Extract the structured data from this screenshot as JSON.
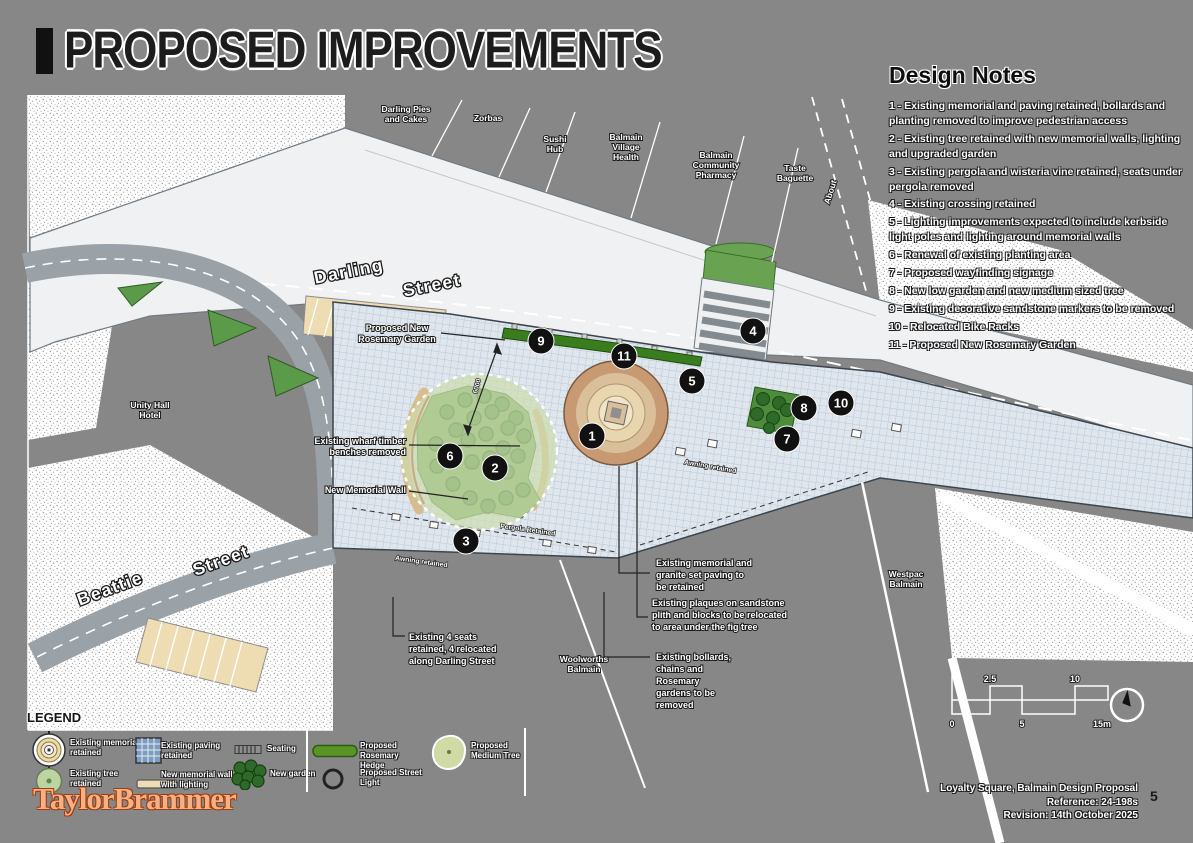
{
  "title": "PROPOSED IMPROVEMENTS",
  "design_notes": {
    "heading": "Design Notes",
    "items": [
      "1 - Existing memorial and paving retained, bollards and planting removed to improve pedestrian access",
      "2 - Existing tree retained with new memorial walls, lighting and upgraded garden",
      "3 - Existing pergola and wisteria vine retained, seats under pergola removed",
      "4 - Existing crossing retained",
      "5 - Lighting improvements expected to include kerbside light poles and lighting around memorial walls",
      "6 - Renewal of existing planting area",
      "7 - Proposed wayfinding signage",
      "8 - New low garden and new medium sized tree",
      "9 - Existing decorative sandstone markers to be removed",
      "10 - Relocated Bike Racks",
      "11 - Proposed New Rosemary Garden"
    ]
  },
  "plan": {
    "streets": {
      "darling": [
        "Darling",
        "Street"
      ],
      "beattie": [
        "Beattie",
        "Street"
      ]
    },
    "shops": [
      {
        "lines": [
          "Darling Pies",
          "and Cakes"
        ]
      },
      {
        "lines": [
          "Zorbas"
        ]
      },
      {
        "lines": [
          "Sushi",
          "Hub"
        ]
      },
      {
        "lines": [
          "Balmain",
          "Village",
          "Health"
        ]
      },
      {
        "lines": [
          "Balmain",
          "Community",
          "Pharmacy"
        ]
      },
      {
        "lines": [
          "Taste",
          "Baguette"
        ]
      },
      {
        "lines": [
          "About"
        ]
      },
      {
        "lines": [
          "Unity Hall",
          "Hotel"
        ]
      },
      {
        "lines": [
          "Woolworths",
          "Balmain"
        ]
      },
      {
        "lines": [
          "Westpac",
          "Balmain"
        ]
      }
    ],
    "annotations": {
      "wharf": {
        "lines": [
          "Existing wharf timber",
          "benches removed"
        ]
      },
      "wall": {
        "lines": [
          "New Memorial Wall"
        ]
      },
      "rosemary": {
        "lines": [
          "Proposed New",
          "Rosemary Garden"
        ]
      },
      "granite": {
        "lines": [
          "Existing memorial and",
          "granite set paving to",
          "be retained"
        ]
      },
      "plaques": {
        "lines": [
          "Existing plaques on sandstone",
          "plith and blocks to be relocated",
          "to area under the fig tree"
        ]
      },
      "bollards": {
        "lines": [
          "Existing bollards,",
          "chains and",
          "Rosemary",
          "gardens to be",
          "removed"
        ]
      },
      "seats": {
        "lines": [
          "Existing 4 seats",
          "retained, 4 relocated",
          "along Darling Street"
        ]
      },
      "awning1": {
        "lines": [
          "Awning retained"
        ]
      },
      "pergola": {
        "lines": [
          "Pergola Retained"
        ]
      },
      "awning2": {
        "lines": [
          "Awning retained"
        ]
      }
    },
    "markers": [
      "1",
      "2",
      "3",
      "4",
      "5",
      "6",
      "7",
      "8",
      "9",
      "10",
      "11"
    ],
    "dimension": "6000",
    "scale_labels": [
      "0",
      "2.5",
      "5",
      "10",
      "15m"
    ]
  },
  "legend": {
    "heading": "LEGEND",
    "items": [
      {
        "label": "Existing memorial retained"
      },
      {
        "label": "Existing tree retained"
      },
      {
        "label": "Existing paving retained"
      },
      {
        "label": "New memorial wall with lighting"
      },
      {
        "label": "Seating"
      },
      {
        "label": "New garden"
      },
      {
        "label": "Proposed Rosemary Hedge"
      },
      {
        "label": "Proposed Street Light"
      },
      {
        "label": "Proposed Medium Tree"
      }
    ]
  },
  "footer": {
    "project": "Loyalty Square, Balmain Design Proposal",
    "reference": "Reference: 24-198s",
    "revision": "Revision:  14th October 2025",
    "page": "5",
    "logo": "TaylorBrammer"
  },
  "colors": {
    "sheet_bg": "#878787",
    "paving_blue": "#dfe6ed",
    "road_white": "#f0f1f2",
    "garden_green": "#70a457",
    "hedge_green": "#3a7d1f",
    "canopy_green": "#ccdcae",
    "parking_beige": "#eedcb2",
    "memorial_tan": "#c79a74",
    "marker_black": "#111111",
    "logo_orange": "#f5b184"
  }
}
